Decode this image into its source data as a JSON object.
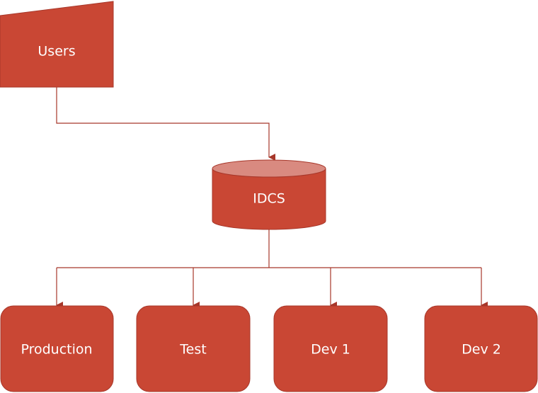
{
  "diagram": {
    "colors": {
      "fill": "#c94734",
      "stroke": "#a7372a",
      "cylinder_top": "#d98a80",
      "text": "#ffffff",
      "connector": "#a7372a"
    },
    "nodes": {
      "users": {
        "label": "Users",
        "shape": "manual-input"
      },
      "idcs": {
        "label": "IDCS",
        "shape": "cylinder"
      },
      "production": {
        "label": "Production",
        "shape": "rounded-rectangle"
      },
      "test": {
        "label": "Test",
        "shape": "rounded-rectangle"
      },
      "dev1": {
        "label": "Dev 1",
        "shape": "rounded-rectangle"
      },
      "dev2": {
        "label": "Dev 2",
        "shape": "rounded-rectangle"
      }
    },
    "edges": [
      {
        "from": "users",
        "to": "idcs"
      },
      {
        "from": "idcs",
        "to": "production"
      },
      {
        "from": "idcs",
        "to": "test"
      },
      {
        "from": "idcs",
        "to": "dev1"
      },
      {
        "from": "idcs",
        "to": "dev2"
      }
    ]
  }
}
